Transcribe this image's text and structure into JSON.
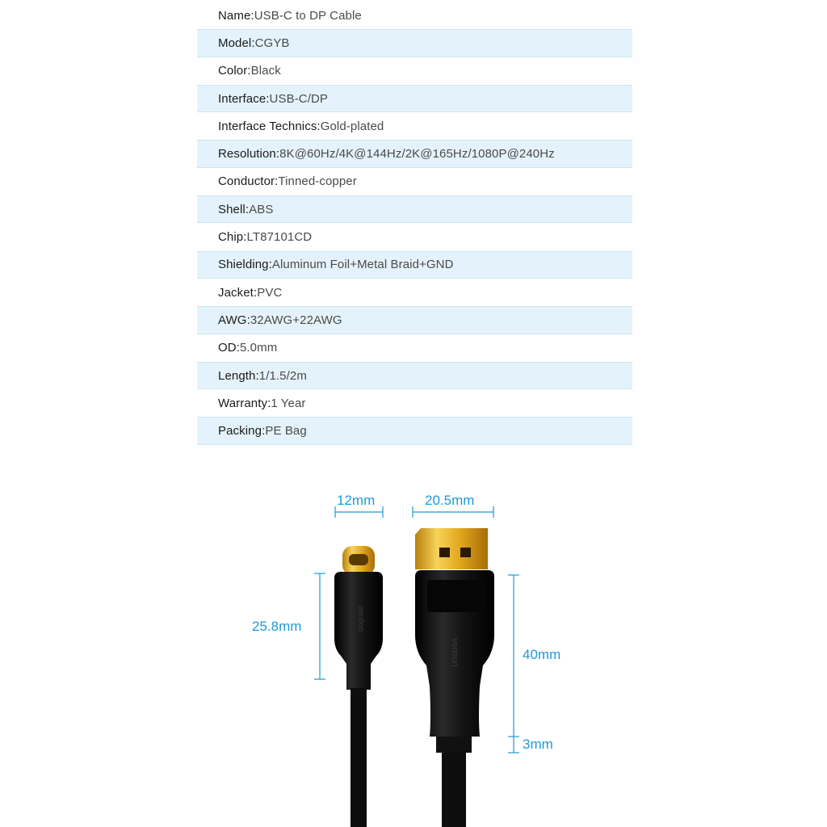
{
  "specs": [
    {
      "label": "Name:",
      "value": "USB-C to DP Cable"
    },
    {
      "label": "Model:",
      "value": "CGYB"
    },
    {
      "label": "Color:",
      "value": "Black"
    },
    {
      "label": "Interface:",
      "value": "USB-C/DP"
    },
    {
      "label": "Interface Technics:",
      "value": "Gold-plated"
    },
    {
      "label": "Resolution:",
      "value": "8K@60Hz/4K@144Hz/2K@165Hz/1080P@240Hz"
    },
    {
      "label": "Conductor:",
      "value": "Tinned-copper"
    },
    {
      "label": "Shell:",
      "value": "ABS"
    },
    {
      "label": "Chip:",
      "value": "LT87101CD"
    },
    {
      "label": "Shielding:",
      "value": "Aluminum Foil+Metal Braid+GND"
    },
    {
      "label": "Jacket:",
      "value": "PVC"
    },
    {
      "label": "AWG:",
      "value": "32AWG+22AWG"
    },
    {
      "label": "OD:",
      "value": "5.0mm"
    },
    {
      "label": "Length:",
      "value": "1/1.5/2m"
    },
    {
      "label": "Warranty:",
      "value": "1 Year"
    },
    {
      "label": "Packing:",
      "value": "PE Bag"
    }
  ],
  "dimensions": {
    "usbc_width": "12mm",
    "dp_width": "20.5mm",
    "usbc_length": "25.8mm",
    "dp_length": "40mm",
    "dp_neck": "3mm"
  },
  "brand_mark": "vention",
  "colors": {
    "accent": "#1e9ad6",
    "row_stripe": "#e4f3fb",
    "connector": "#111111",
    "gold": "#e8b21c"
  }
}
